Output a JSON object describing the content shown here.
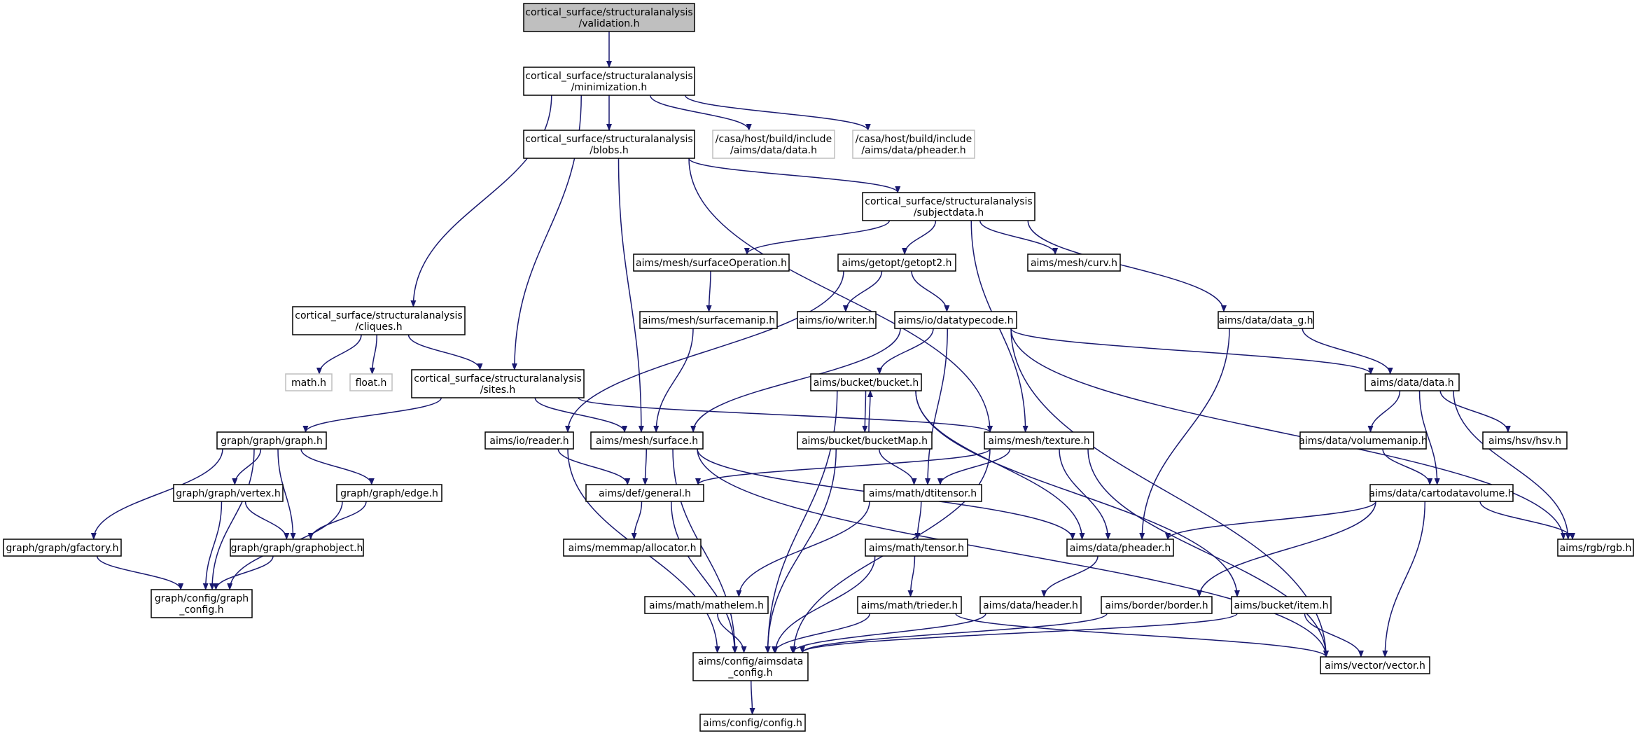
{
  "colors": {
    "edge": "#191970",
    "node_border": "#000000",
    "node_border_external": "#bfbfbf",
    "root_fill": "#bfbfbf",
    "node_fill": "#ffffff",
    "text": "#000000"
  },
  "nodes": {
    "validation": {
      "lines": [
        "cortical_surface/structuralanalysis",
        "/validation.h"
      ],
      "kind": "root"
    },
    "minimization": {
      "lines": [
        "cortical_surface/structuralanalysis",
        "/minimization.h"
      ],
      "kind": "normal"
    },
    "blobs": {
      "lines": [
        "cortical_surface/structuralanalysis",
        "/blobs.h"
      ],
      "kind": "normal"
    },
    "casa_data": {
      "lines": [
        "/casa/host/build/include",
        "/aims/data/data.h"
      ],
      "kind": "external"
    },
    "casa_pheader": {
      "lines": [
        "/casa/host/build/include",
        "/aims/data/pheader.h"
      ],
      "kind": "external"
    },
    "subjectdata": {
      "lines": [
        "cortical_surface/structuralanalysis",
        "/subjectdata.h"
      ],
      "kind": "normal"
    },
    "surfaceOperation": {
      "lines": [
        "aims/mesh/surfaceOperation.h"
      ],
      "kind": "normal"
    },
    "getopt2": {
      "lines": [
        "aims/getopt/getopt2.h"
      ],
      "kind": "normal"
    },
    "curv": {
      "lines": [
        "aims/mesh/curv.h"
      ],
      "kind": "normal"
    },
    "cliques": {
      "lines": [
        "cortical_surface/structuralanalysis",
        "/cliques.h"
      ],
      "kind": "normal"
    },
    "surfacemanip": {
      "lines": [
        "aims/mesh/surfacemanip.h"
      ],
      "kind": "normal"
    },
    "writer": {
      "lines": [
        "aims/io/writer.h"
      ],
      "kind": "normal"
    },
    "datatypecode": {
      "lines": [
        "aims/io/datatypecode.h"
      ],
      "kind": "normal"
    },
    "data_g": {
      "lines": [
        "aims/data/data_g.h"
      ],
      "kind": "normal"
    },
    "math": {
      "lines": [
        "math.h"
      ],
      "kind": "external"
    },
    "float": {
      "lines": [
        "float.h"
      ],
      "kind": "external"
    },
    "sites": {
      "lines": [
        "cortical_surface/structuralanalysis",
        "/sites.h"
      ],
      "kind": "normal"
    },
    "bucket": {
      "lines": [
        "aims/bucket/bucket.h"
      ],
      "kind": "normal"
    },
    "data": {
      "lines": [
        "aims/data/data.h"
      ],
      "kind": "normal"
    },
    "graph": {
      "lines": [
        "graph/graph/graph.h"
      ],
      "kind": "normal"
    },
    "reader": {
      "lines": [
        "aims/io/reader.h"
      ],
      "kind": "normal"
    },
    "surface": {
      "lines": [
        "aims/mesh/surface.h"
      ],
      "kind": "normal"
    },
    "bucketMap": {
      "lines": [
        "aims/bucket/bucketMap.h"
      ],
      "kind": "normal"
    },
    "texture": {
      "lines": [
        "aims/mesh/texture.h"
      ],
      "kind": "normal"
    },
    "volumemanip": {
      "lines": [
        "aims/data/volumemanip.h"
      ],
      "kind": "normal"
    },
    "hsv": {
      "lines": [
        "aims/hsv/hsv.h"
      ],
      "kind": "normal"
    },
    "vertex": {
      "lines": [
        "graph/graph/vertex.h"
      ],
      "kind": "normal"
    },
    "edge": {
      "lines": [
        "graph/graph/edge.h"
      ],
      "kind": "normal"
    },
    "general": {
      "lines": [
        "aims/def/general.h"
      ],
      "kind": "normal"
    },
    "dtitensor": {
      "lines": [
        "aims/math/dtitensor.h"
      ],
      "kind": "normal"
    },
    "cartodatavolume": {
      "lines": [
        "aims/data/cartodatavolume.h"
      ],
      "kind": "normal"
    },
    "gfactory": {
      "lines": [
        "graph/graph/gfactory.h"
      ],
      "kind": "normal"
    },
    "graphobject": {
      "lines": [
        "graph/graph/graphobject.h"
      ],
      "kind": "normal"
    },
    "allocator": {
      "lines": [
        "aims/memmap/allocator.h"
      ],
      "kind": "normal"
    },
    "tensor": {
      "lines": [
        "aims/math/tensor.h"
      ],
      "kind": "normal"
    },
    "pheader": {
      "lines": [
        "aims/data/pheader.h"
      ],
      "kind": "normal"
    },
    "rgb": {
      "lines": [
        "aims/rgb/rgb.h"
      ],
      "kind": "normal"
    },
    "graph_config": {
      "lines": [
        "graph/config/graph",
        "_config.h"
      ],
      "kind": "normal"
    },
    "mathelem": {
      "lines": [
        "aims/math/mathelem.h"
      ],
      "kind": "normal"
    },
    "trieder": {
      "lines": [
        "aims/math/trieder.h"
      ],
      "kind": "normal"
    },
    "header": {
      "lines": [
        "aims/data/header.h"
      ],
      "kind": "normal"
    },
    "border": {
      "lines": [
        "aims/border/border.h"
      ],
      "kind": "normal"
    },
    "item": {
      "lines": [
        "aims/bucket/item.h"
      ],
      "kind": "normal"
    },
    "aimsdata_config": {
      "lines": [
        "aims/config/aimsdata",
        "_config.h"
      ],
      "kind": "normal"
    },
    "vector": {
      "lines": [
        "aims/vector/vector.h"
      ],
      "kind": "normal"
    },
    "config": {
      "lines": [
        "aims/config/config.h"
      ],
      "kind": "normal"
    }
  },
  "edges": [
    [
      "validation",
      "minimization"
    ],
    [
      "minimization",
      "blobs"
    ],
    [
      "minimization",
      "casa_data"
    ],
    [
      "minimization",
      "casa_pheader"
    ],
    [
      "minimization",
      "cliques"
    ],
    [
      "minimization",
      "sites"
    ],
    [
      "blobs",
      "subjectdata"
    ],
    [
      "blobs",
      "surface"
    ],
    [
      "blobs",
      "texture"
    ],
    [
      "subjectdata",
      "surfaceOperation"
    ],
    [
      "subjectdata",
      "getopt2"
    ],
    [
      "subjectdata",
      "curv"
    ],
    [
      "subjectdata",
      "data_g"
    ],
    [
      "subjectdata",
      "texture"
    ],
    [
      "surfaceOperation",
      "surfacemanip"
    ],
    [
      "surfacemanip",
      "surface"
    ],
    [
      "getopt2",
      "writer"
    ],
    [
      "getopt2",
      "datatypecode"
    ],
    [
      "getopt2",
      "reader"
    ],
    [
      "cliques",
      "math"
    ],
    [
      "cliques",
      "float"
    ],
    [
      "cliques",
      "sites"
    ],
    [
      "sites",
      "graph"
    ],
    [
      "sites",
      "surface"
    ],
    [
      "sites",
      "texture"
    ],
    [
      "datatypecode",
      "surface"
    ],
    [
      "datatypecode",
      "bucket"
    ],
    [
      "datatypecode",
      "dtitensor"
    ],
    [
      "datatypecode",
      "data"
    ],
    [
      "datatypecode",
      "vector"
    ],
    [
      "datatypecode",
      "rgb"
    ],
    [
      "data_g",
      "data"
    ],
    [
      "data_g",
      "pheader"
    ],
    [
      "data",
      "volumemanip"
    ],
    [
      "data",
      "hsv"
    ],
    [
      "data",
      "cartodatavolume"
    ],
    [
      "data",
      "rgb"
    ],
    [
      "volumemanip",
      "cartodatavolume"
    ],
    [
      "cartodatavolume",
      "pheader"
    ],
    [
      "cartodatavolume",
      "rgb"
    ],
    [
      "cartodatavolume",
      "border"
    ],
    [
      "cartodatavolume",
      "vector"
    ],
    [
      "bucket",
      "bucketMap"
    ],
    [
      "bucketMap",
      "bucket"
    ],
    [
      "bucket",
      "pheader"
    ],
    [
      "bucket",
      "item"
    ],
    [
      "bucket",
      "aimsdata_config"
    ],
    [
      "bucketMap",
      "dtitensor"
    ],
    [
      "bucketMap",
      "aimsdata_config"
    ],
    [
      "texture",
      "general"
    ],
    [
      "texture",
      "dtitensor"
    ],
    [
      "texture",
      "pheader"
    ],
    [
      "texture",
      "aimsdata_config"
    ],
    [
      "texture",
      "vector"
    ],
    [
      "surface",
      "general"
    ],
    [
      "surface",
      "pheader"
    ],
    [
      "surface",
      "aimsdata_config"
    ],
    [
      "surface",
      "vector"
    ],
    [
      "reader",
      "general"
    ],
    [
      "reader",
      "aimsdata_config"
    ],
    [
      "general",
      "allocator"
    ],
    [
      "general",
      "aimsdata_config"
    ],
    [
      "dtitensor",
      "tensor"
    ],
    [
      "dtitensor",
      "mathelem"
    ],
    [
      "tensor",
      "trieder"
    ],
    [
      "tensor",
      "aimsdata_config"
    ],
    [
      "trieder",
      "aimsdata_config"
    ],
    [
      "trieder",
      "vector"
    ],
    [
      "mathelem",
      "aimsdata_config"
    ],
    [
      "pheader",
      "header"
    ],
    [
      "header",
      "aimsdata_config"
    ],
    [
      "border",
      "aimsdata_config"
    ],
    [
      "item",
      "aimsdata_config"
    ],
    [
      "item",
      "vector"
    ],
    [
      "aimsdata_config",
      "config"
    ],
    [
      "graph",
      "gfactory"
    ],
    [
      "graph",
      "vertex"
    ],
    [
      "graph",
      "edge"
    ],
    [
      "graph",
      "graphobject"
    ],
    [
      "graph",
      "graph_config"
    ],
    [
      "vertex",
      "graphobject"
    ],
    [
      "vertex",
      "graph_config"
    ],
    [
      "edge",
      "graphobject"
    ],
    [
      "edge",
      "graph_config"
    ],
    [
      "gfactory",
      "graph_config"
    ],
    [
      "graphobject",
      "graph_config"
    ]
  ]
}
